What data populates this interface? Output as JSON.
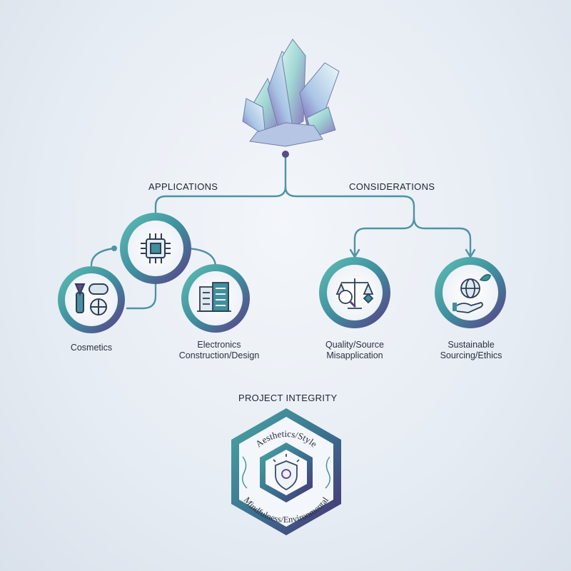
{
  "headings": {
    "applications": "APPLICATIONS",
    "considerations": "CONSIDERATIONS",
    "project_integrity": "PROJECT INTEGRITY"
  },
  "nodes": {
    "cosmetics": {
      "label": "Cosmetics",
      "icon": "cosmetics-icon"
    },
    "electronics": {
      "label": "",
      "icon": "microchip-icon"
    },
    "construction": {
      "label": "Electronics\nConstruction/Design",
      "icon": "building-icon"
    },
    "quality": {
      "label": "Quality/Source\nMisapplication",
      "icon": "scale-magnifier-icon"
    },
    "sustainable": {
      "label": "Sustainable\nSourcing/Ethics",
      "icon": "globe-hand-icon"
    }
  },
  "badge": {
    "top_text": "Aesthetics/Style",
    "bottom_text": "Mindfulness/Environmental",
    "icon": "shield-icon"
  },
  "colors": {
    "teal": "#3f9a9c",
    "purple": "#5a3f86",
    "line": "#4f93a4"
  }
}
